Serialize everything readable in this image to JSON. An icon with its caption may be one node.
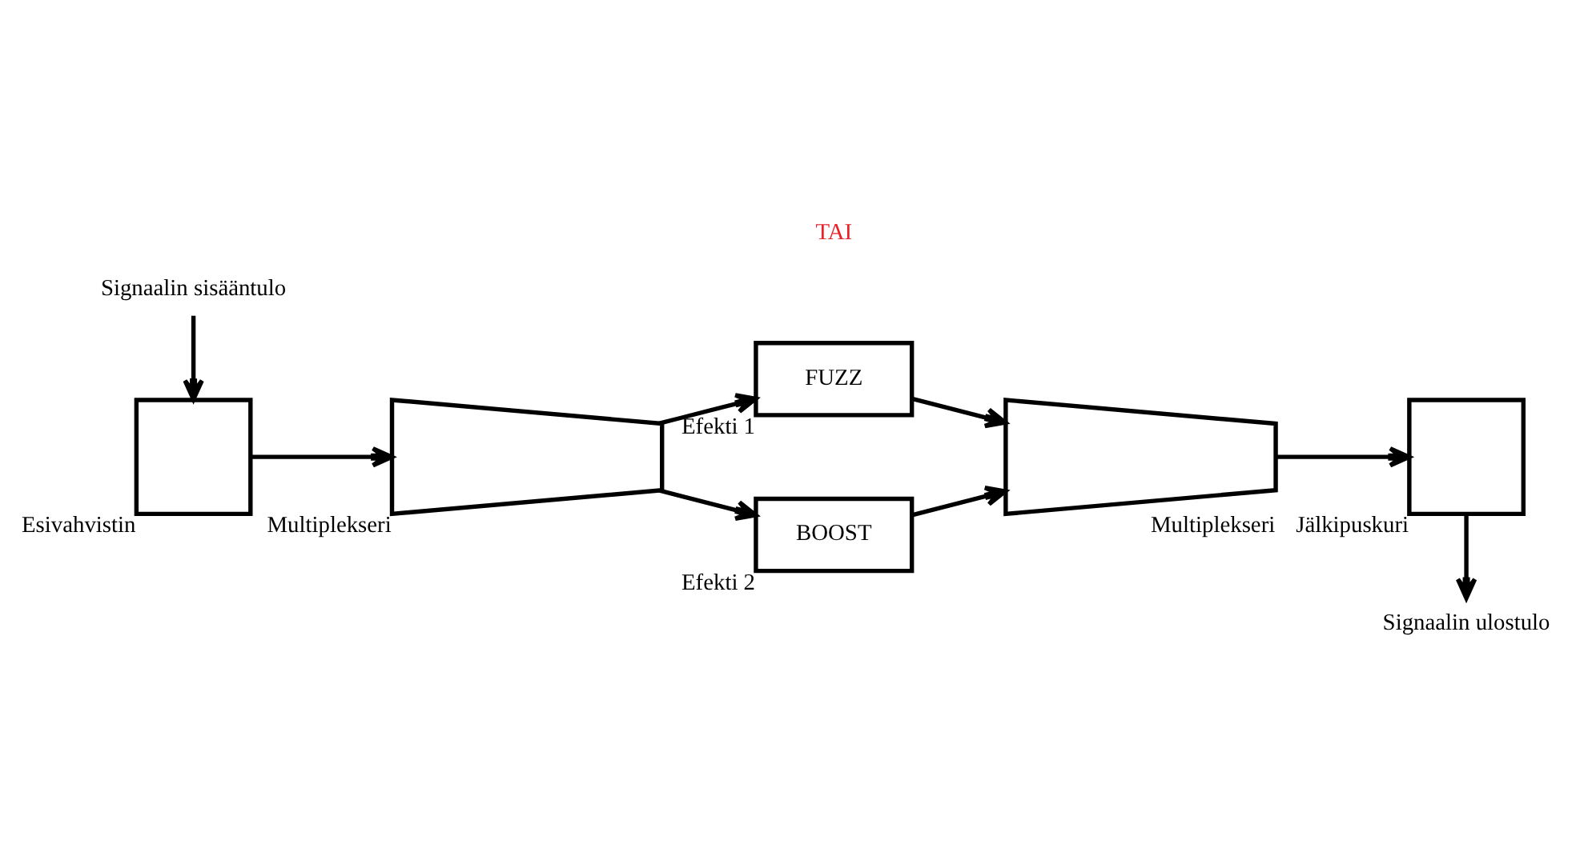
{
  "diagram": {
    "nodes": [
      {
        "text": [
          "Signaalin sisääntulo"
        ]
      },
      {
        "text": [],
        "shape": "box",
        "beside": [
          "Esivahvistin"
        ]
      },
      {
        "text": [],
        "shape": "trapezoid",
        "beside": [
          "Multiplekseri"
        ]
      },
      {
        "text": [
          "FUZZ"
        ],
        "beside": [
          "Efekti 1"
        ]
      },
      {
        "text": [
          "BOOST"
        ],
        "beside": [
          "Efekti 2"
        ]
      },
      {
        "text": [],
        "shape": "trapezoid",
        "beside": [
          "Multiplekseri"
        ]
      },
      {
        "text": [],
        "shape": "box",
        "beside": [
          "Jälkipuskuri"
        ]
      },
      {
        "text": [
          "Signaalin ulostulo"
        ]
      }
    ],
    "edges": [
      {
        "from": 0,
        "to": 1,
        "arrow": "to"
      },
      {
        "from": 1,
        "to": 2,
        "arrow": "to"
      },
      {
        "from": 2,
        "to": 3,
        "arrow": "to"
      },
      {
        "from": 2,
        "to": 4,
        "arrow": "to"
      },
      {
        "from": 3,
        "to": 5,
        "arrow": "to"
      },
      {
        "from": 4,
        "to": 5,
        "arrow": "to"
      },
      {
        "from": 5,
        "to": 6,
        "arrow": "to"
      },
      {
        "from": 6,
        "to": 7,
        "arrow": "to"
      }
    ],
    "labels": [
      "TAI"
    ]
  }
}
